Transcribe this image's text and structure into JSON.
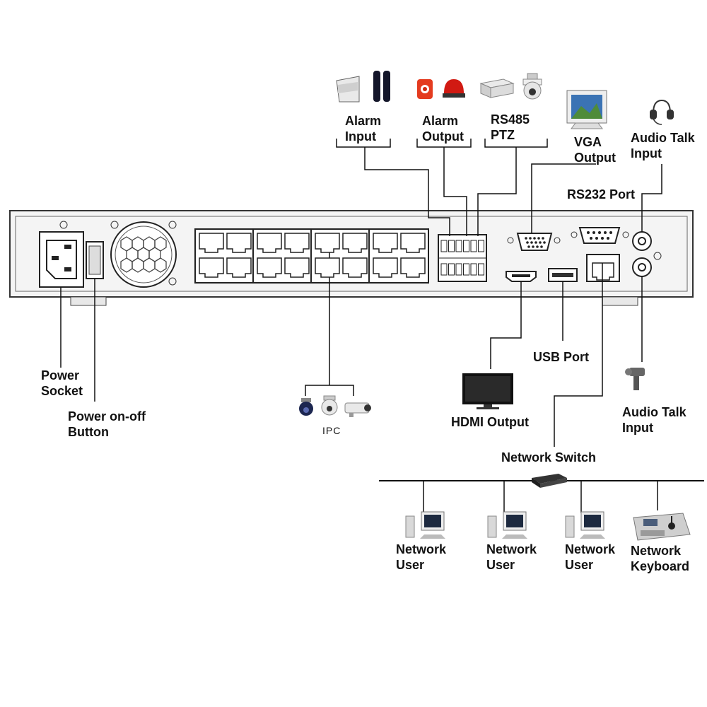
{
  "labels": {
    "alarm_input_l1": "Alarm",
    "alarm_input_l2": "Input",
    "alarm_output_l1": "Alarm",
    "alarm_output_l2": "Output",
    "rs485_l1": "RS485",
    "rs485_l2": "PTZ",
    "vga_l1": "VGA",
    "vga_l2": "Output",
    "audio_talk_top_l1": "Audio Talk",
    "audio_talk_top_l2": "Input",
    "rs232": "RS232 Port",
    "power_socket_l1": "Power",
    "power_socket_l2": "Socket",
    "power_button_l1": "Power on-off",
    "power_button_l2": "Button",
    "ipc": "IPC",
    "hdmi": "HDMI Output",
    "usb": "USB Port",
    "audio_talk_bottom_l1": "Audio Talk",
    "audio_talk_bottom_l2": "Input",
    "network_switch": "Network Switch",
    "network_user_1_l1": "Network",
    "network_user_1_l2": "User",
    "network_user_2_l1": "Network",
    "network_user_2_l2": "User",
    "network_user_3_l1": "Network",
    "network_user_3_l2": "User",
    "network_keyboard_l1": "Network",
    "network_keyboard_l2": "Keyboard"
  },
  "icons": {
    "alarm_input": [
      "pir-sensor-icon",
      "beam-detector-icon"
    ],
    "alarm_output": [
      "siren-icon",
      "alarm-lamp-icon"
    ],
    "ptz": [
      "decoder-box-icon",
      "speed-dome-icon"
    ],
    "vga": "crt-monitor-icon",
    "audio_top": "headset-icon",
    "audio_bottom": "microphone-icon",
    "hdmi": "tv-icon",
    "ipc": [
      "dome-camera-icon",
      "ptz-camera-icon",
      "bullet-camera-icon"
    ],
    "network": [
      "switch-icon",
      "pc-icon",
      "keyboard-controller-icon"
    ]
  }
}
